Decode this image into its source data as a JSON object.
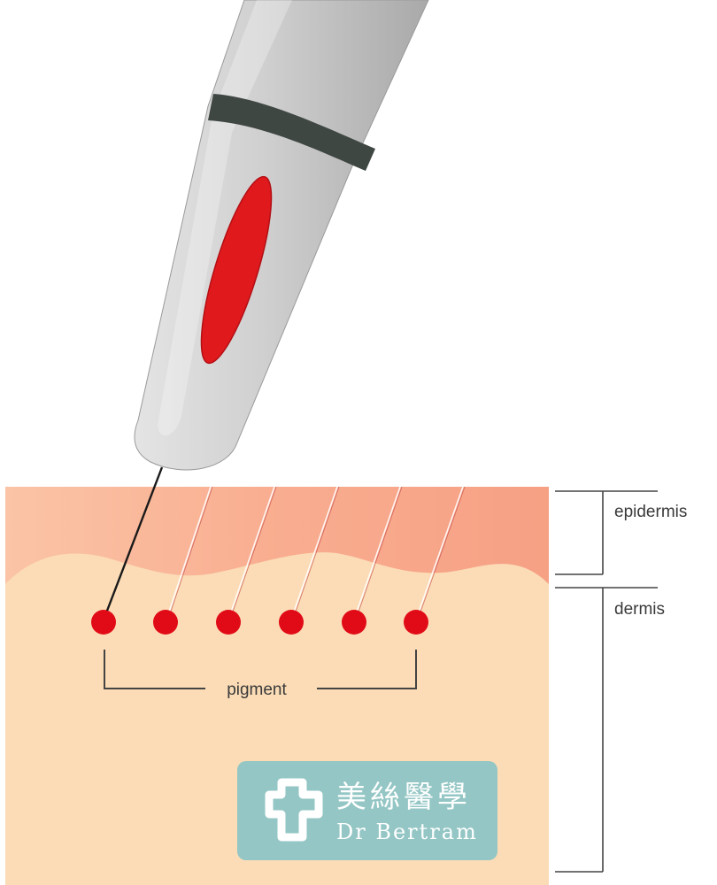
{
  "labels": {
    "epidermis": "epidermis",
    "dermis": "dermis",
    "pigment": "pigment"
  },
  "logo": {
    "chinese": "美絲醫學",
    "english": "Dr Bertram"
  },
  "colors": {
    "epidermis": "#f7a88b",
    "dermis": "#fbdcb6",
    "pigment": "#e10b17",
    "pen_body": "#c9c9c9",
    "pen_band": "#3f4743",
    "pen_window": "#e0191d",
    "logo_panel": "#93c6c4",
    "bracket": "#444444"
  },
  "icons": [
    "pen-device-icon",
    "needle-icon",
    "pigment-dot-icon",
    "medical-cross-logo-icon"
  ],
  "pigment_count": 6
}
